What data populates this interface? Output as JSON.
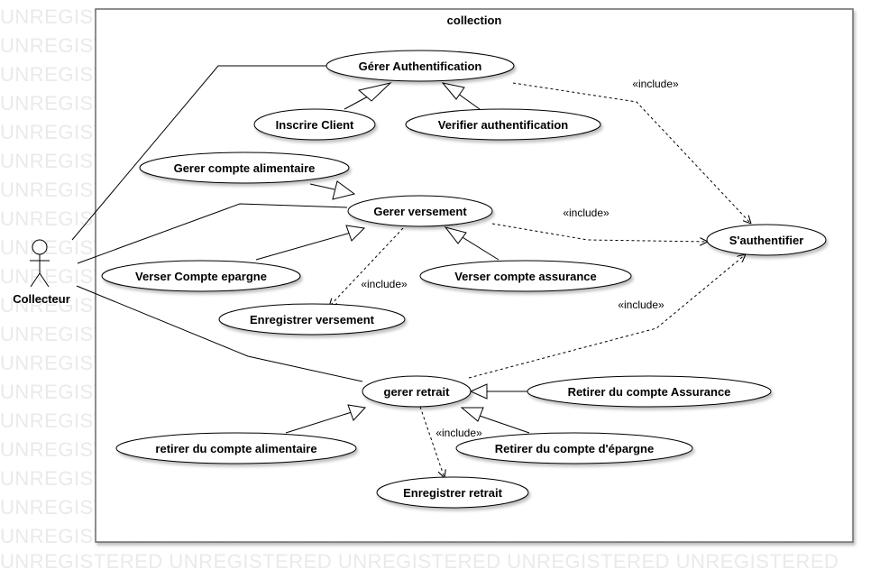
{
  "watermark": "UNREGISTERED UNREGISTERED UNREGISTERED UNREGISTERED UNREGISTERED",
  "system_name": "collection",
  "actor_name": "Collecteur",
  "include_label": "«include»",
  "use_cases": {
    "gerer_authentification": "Gérer Authentification",
    "inscrire_client": "Inscrire Client",
    "verifier_authentification": "Verifier authentification",
    "gerer_compte_alimentaire": "Gerer compte alimentaire",
    "gerer_versement": "Gerer versement",
    "sauthentifier": "S'authentifier",
    "verser_compte_epargne": "Verser Compte epargne",
    "verser_compte_assurance": "Verser compte assurance",
    "enregistrer_versement": "Enregistrer versement",
    "gerer_retrait": "gerer retrait",
    "retirer_compte_assurance": "Retirer du compte Assurance",
    "retirer_compte_alimentaire": "retirer du compte alimentaire",
    "retirer_compte_epargne": "Retirer du compte d'épargne",
    "enregistrer_retrait": "Enregistrer retrait"
  }
}
